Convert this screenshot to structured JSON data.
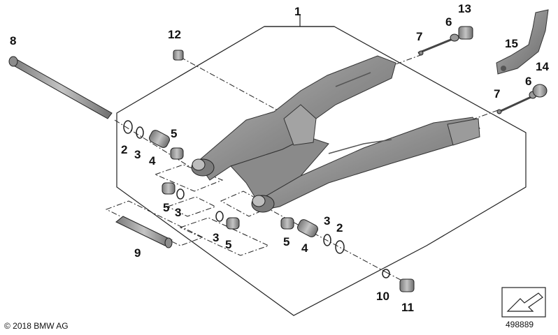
{
  "callouts": {
    "c1": "1",
    "c2a": "2",
    "c2b": "2",
    "c3a": "3",
    "c3b": "3",
    "c3c": "3",
    "c3d": "3",
    "c4a": "4",
    "c4b": "4",
    "c5a": "5",
    "c5b": "5",
    "c5c": "5",
    "c5d": "5",
    "c6a": "6",
    "c6b": "6",
    "c7a": "7",
    "c7b": "7",
    "c8": "8",
    "c9": "9",
    "c10": "10",
    "c11": "11",
    "c12": "12",
    "c13": "13",
    "c14": "14",
    "c15": "15"
  },
  "footer": {
    "copyright": "© 2018 BMW AG",
    "diagram_number": "498889"
  },
  "colors": {
    "part_fill": "#9a9a9a",
    "part_shade": "#6f6f6f",
    "outline": "#222222"
  }
}
